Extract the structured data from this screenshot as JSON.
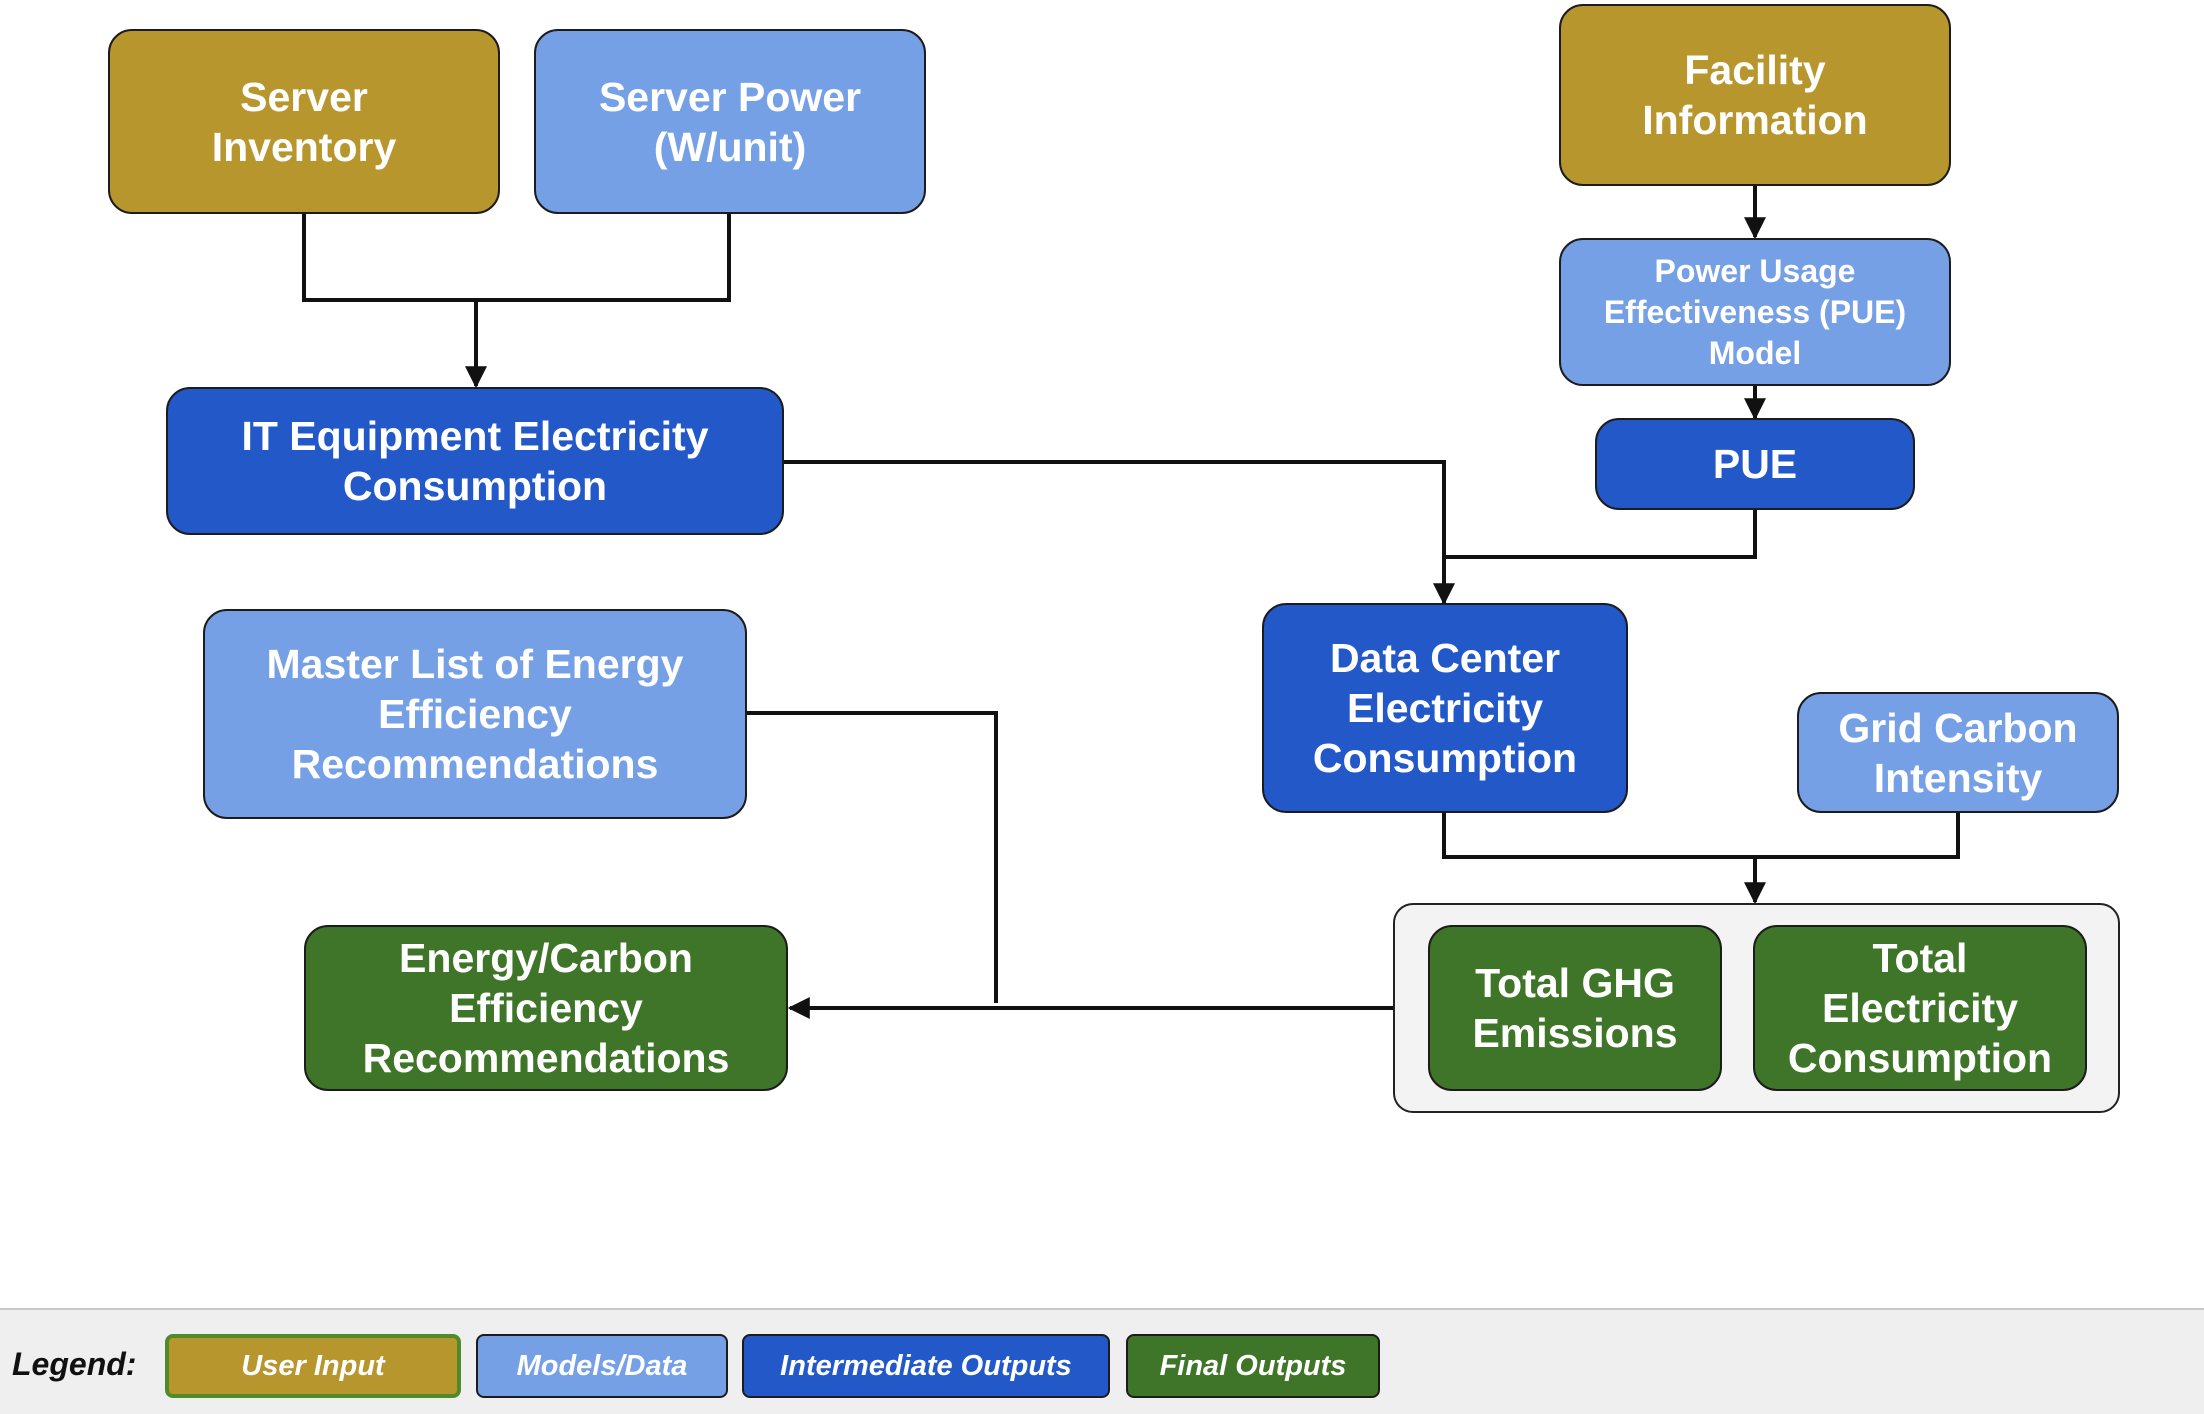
{
  "nodes": {
    "server_inventory": "Server\nInventory",
    "server_power": "Server Power\n(W/unit)",
    "facility_information": "Facility\nInformation",
    "pue_model": "Power Usage\nEffectiveness (PUE)\nModel",
    "pue": "PUE",
    "it_equipment": "IT Equipment Electricity\nConsumption",
    "master_list": "Master List of Energy\nEfficiency\nRecommendations",
    "data_center": "Data Center\nElectricity\nConsumption",
    "grid_carbon": "Grid Carbon\nIntensity",
    "recommendations": "Energy/Carbon\nEfficiency\nRecommendations",
    "total_ghg": "Total GHG\nEmissions",
    "total_electricity": "Total\nElectricity\nConsumption"
  },
  "legend": {
    "title": "Legend:",
    "user_input": "User Input",
    "models_data": "Models/Data",
    "intermediate_outputs": "Intermediate Outputs",
    "final_outputs": "Final Outputs"
  },
  "colors": {
    "user_input": "#b8962e",
    "models_data": "#76a0e6",
    "intermediate_outputs": "#2358c9",
    "final_outputs": "#3f7528"
  }
}
